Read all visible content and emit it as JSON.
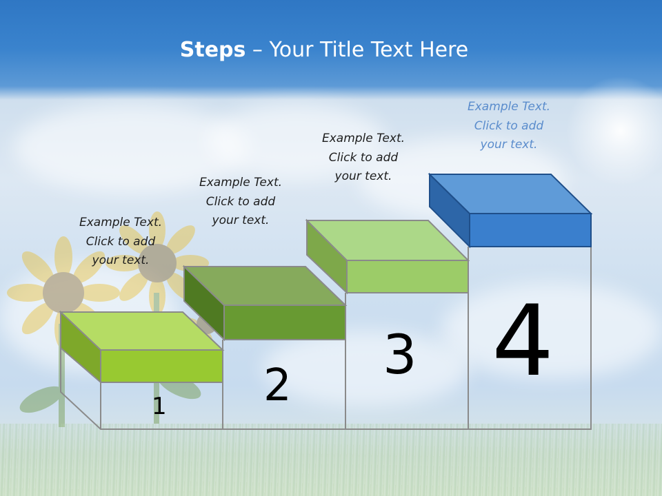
{
  "title": {
    "bold": "Steps",
    "rest": " – Your Title Text Here"
  },
  "steps": [
    {
      "number": "1",
      "text": [
        "Example Text.",
        "Click  to add",
        "your text."
      ],
      "color": "#9acd32"
    },
    {
      "number": "2",
      "text": [
        "Example Text.",
        "Click  to add",
        "your text."
      ],
      "color": "#6b9a34"
    },
    {
      "number": "3",
      "text": [
        "Example Text.",
        "Click  to add",
        "your text."
      ],
      "color": "#9fcf6a"
    },
    {
      "number": "4",
      "text": [
        "Example Text.",
        "Click  to add",
        "your text."
      ],
      "color": "#3a7cc6"
    }
  ]
}
